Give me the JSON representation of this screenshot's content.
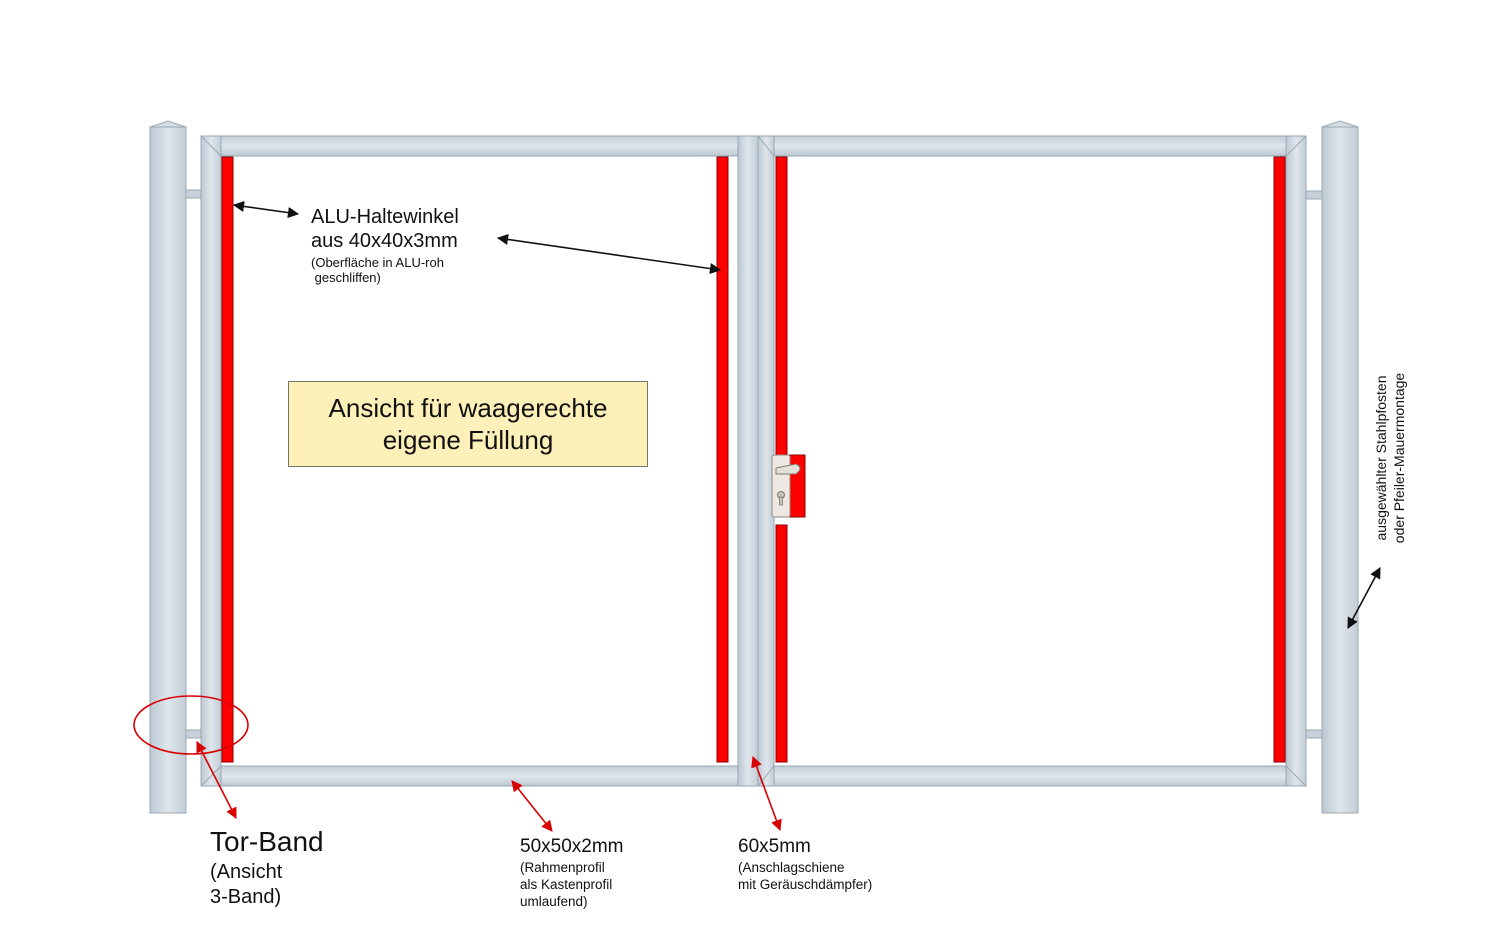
{
  "labels": {
    "haltewinkel_title": "ALU-Haltewinkel\naus 40x40x3mm",
    "haltewinkel_note": "(Oberfläche in ALU-roh\n geschliffen)",
    "info_line1": "Ansicht für waagerechte",
    "info_line2": "eigene Füllung",
    "torband_title": "Tor-Band",
    "torband_note": "(Ansicht\n3-Band)",
    "rahmen_title": "50x50x2mm",
    "rahmen_note": "(Rahmenprofil\nals Kastenprofil\numlaufend)",
    "anschlag_title": "60x5mm",
    "anschlag_note": "(Anschlagschiene\nmit Geräuschdämpfer)",
    "pfosten_note": "ausgewählter Stahlpfosten\noder Pfeiler-Mauermontage"
  },
  "colors": {
    "aluminium": "#cdd7df",
    "aluminium_edge": "#9aa8b3",
    "red_angle": "#ff0000",
    "info_box": "#fdf0b8",
    "callout_red": "#d90000",
    "arrow_black": "#111111"
  },
  "icons": [
    "door-handle-icon",
    "lock-cylinder-icon"
  ]
}
